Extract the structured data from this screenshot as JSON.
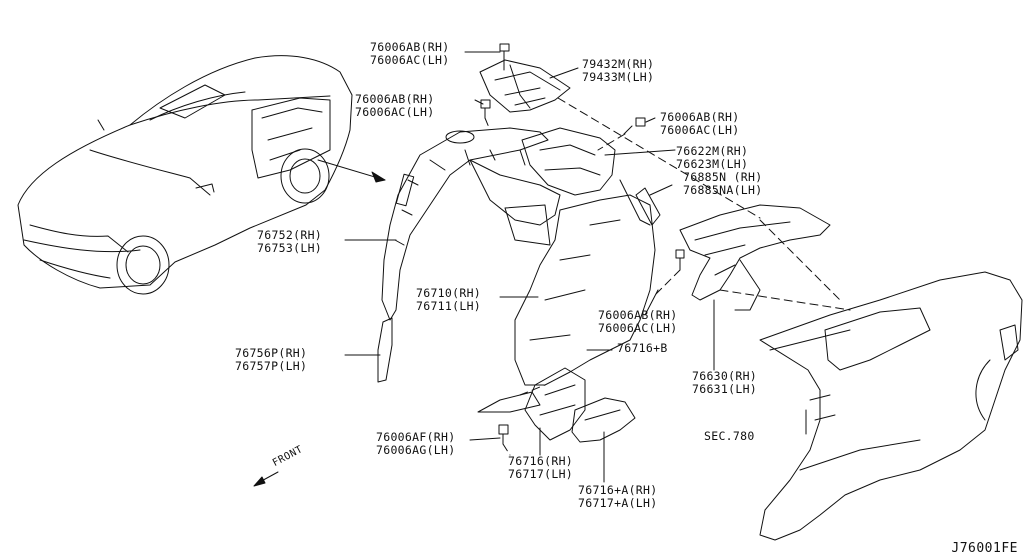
{
  "labels": {
    "l01": [
      "76006AB(RH)",
      "76006AC(LH)"
    ],
    "l02": [
      "79432M(RH)",
      "79433M(LH)"
    ],
    "l03": [
      "76006AB(RH)",
      "76006AC(LH)"
    ],
    "l04": [
      "76006AB(RH)",
      "76006AC(LH)"
    ],
    "l05": [
      "76622M(RH)",
      "76623M(LH)"
    ],
    "l06": [
      "76885N (RH)",
      "76885NA(LH)"
    ],
    "l07": [
      "76752(RH)",
      "76753(LH)"
    ],
    "l08": [
      "76710(RH)",
      "76711(LH)"
    ],
    "l09": [
      "76006AB(RH)",
      "76006AC(LH)"
    ],
    "l10": [
      "76716+B"
    ],
    "l11": [
      "76630(RH)",
      "76631(LH)"
    ],
    "l12": [
      "76756P(RH)",
      "76757P(LH)"
    ],
    "l13": [
      "SEC.780"
    ],
    "l14": [
      "76006AF(RH)",
      "76006AG(LH)"
    ],
    "l15": [
      "76716(RH)",
      "76717(LH)"
    ],
    "l16": [
      "76716+A(RH)",
      "76717+A(LH)"
    ]
  },
  "front_label": "FRONT",
  "diagram_code": "J76001FE",
  "colors": {
    "line": "#111111",
    "background": "#ffffff"
  }
}
